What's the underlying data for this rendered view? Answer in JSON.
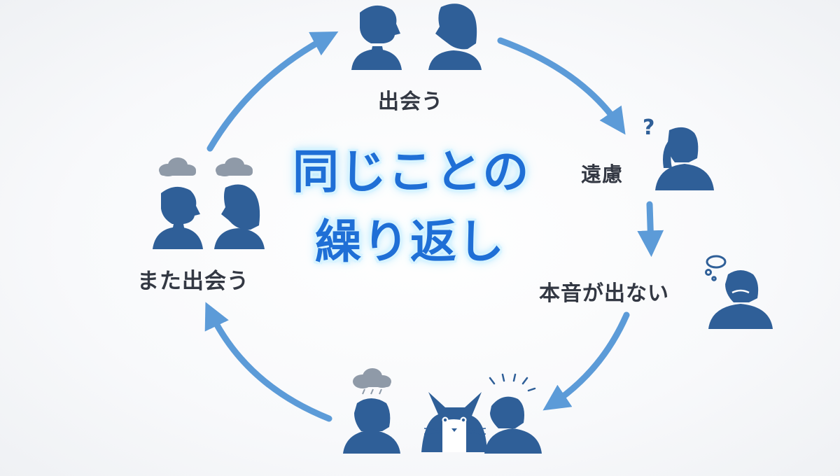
{
  "title": {
    "line1": "同じことの",
    "line2": "繰り返し"
  },
  "steps": [
    {
      "label": "出会う",
      "figure": "man-and-woman-facing-icon"
    },
    {
      "label": "遠慮",
      "figure": "thinking-person-with-question-mark-icon"
    },
    {
      "label": "本音が出ない",
      "figure": "worried-person-with-thought-bubble-icon"
    },
    {
      "label": "",
      "figure": "gloomy-person-and-cat-and-annoyed-person-icon"
    },
    {
      "label": "また出会う",
      "figure": "man-and-woman-under-clouds-icon"
    }
  ],
  "colors": {
    "figure": "#2f5f98",
    "arrow": "#5c9bd8",
    "cloud": "#8f9aa8",
    "title": "#1f6fd6",
    "label": "#333843"
  },
  "marks": {
    "question": "?"
  }
}
